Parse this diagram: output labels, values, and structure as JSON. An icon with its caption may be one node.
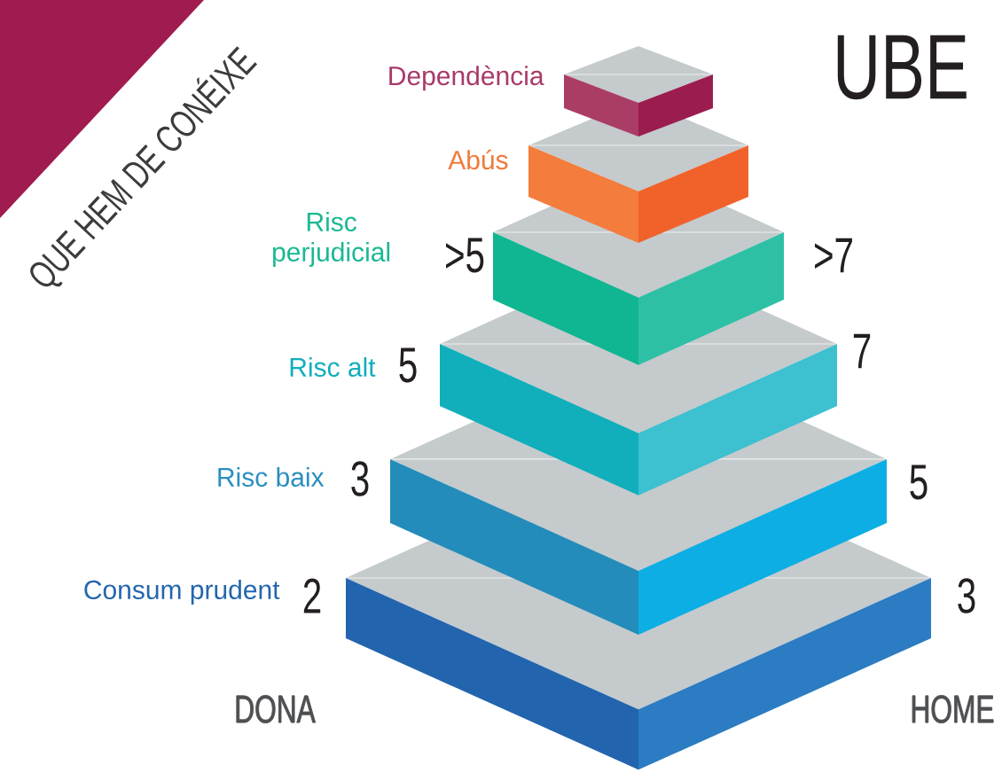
{
  "diagram": {
    "nodes": [
      {
        "text": [],
        "shape": "box",
        "beside": [
          "Dependència"
        ]
      },
      {
        "text": [],
        "shape": "box"
      },
      {
        "text": [],
        "shape": "box",
        "beside": [
          "Risc perjudicial",
          ">5"
        ]
      },
      {
        "text": [],
        "shape": "box",
        "beside": [
          "Risc alt",
          "5",
          "7"
        ]
      },
      {
        "text": [],
        "shape": "box",
        "beside": [
          "Risc baix",
          "3",
          "5"
        ]
      },
      {
        "text": [],
        "shape": "box",
        "beside": [
          "Consum prudent",
          "2",
          "3"
        ]
      }
    ],
    "labels": [
      "QUE HEM DE CONÉIXE",
      "UBE",
      "Abús",
      ">7",
      "DONA",
      "HOME"
    ]
  }
}
